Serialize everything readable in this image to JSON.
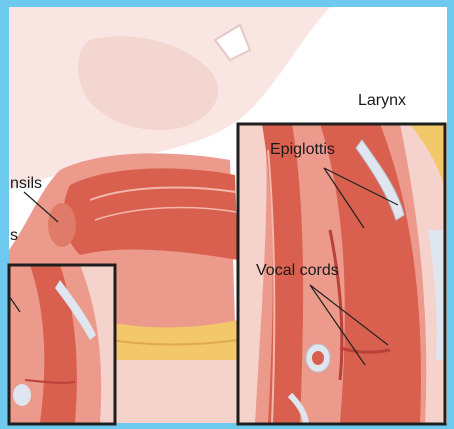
{
  "labels": {
    "larynx": "Larynx",
    "epiglottis": "Epiglottis",
    "vocal_cords": "Vocal cords",
    "tonsils_partial": "nsils",
    "left_partial": "s"
  },
  "colors": {
    "frame": "#6ec9ee",
    "tissue_light": "#f6d2cc",
    "tissue_pink": "#ec9a8c",
    "tissue_red": "#d9604e",
    "tissue_dark": "#b8413a",
    "cartilage": "#dfe6f0",
    "fat": "#f2c86a",
    "inset_border": "#1e1e1e"
  }
}
